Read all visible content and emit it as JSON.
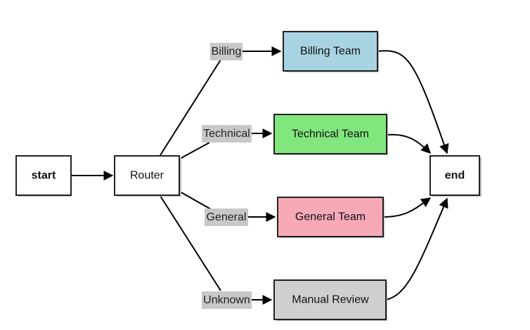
{
  "nodes": {
    "start": {
      "label": "start",
      "fill": "#ffffff",
      "bold": true
    },
    "router": {
      "label": "Router",
      "fill": "#ffffff",
      "bold": false
    },
    "billing": {
      "label": "Billing Team",
      "fill": "#a8d4e2"
    },
    "technical": {
      "label": "Technical Team",
      "fill": "#82e67e"
    },
    "general": {
      "label": "General Team",
      "fill": "#f7a9b6"
    },
    "manual": {
      "label": "Manual Review",
      "fill": "#cfcfcf"
    },
    "end": {
      "label": "end",
      "fill": "#ffffff",
      "bold": true
    }
  },
  "edge_labels": {
    "billing": "Billing",
    "technical": "Technical",
    "general": "General",
    "unknown": "Unknown"
  },
  "colors": {
    "label_background": "#c8c8c8",
    "stroke": "#222222"
  }
}
